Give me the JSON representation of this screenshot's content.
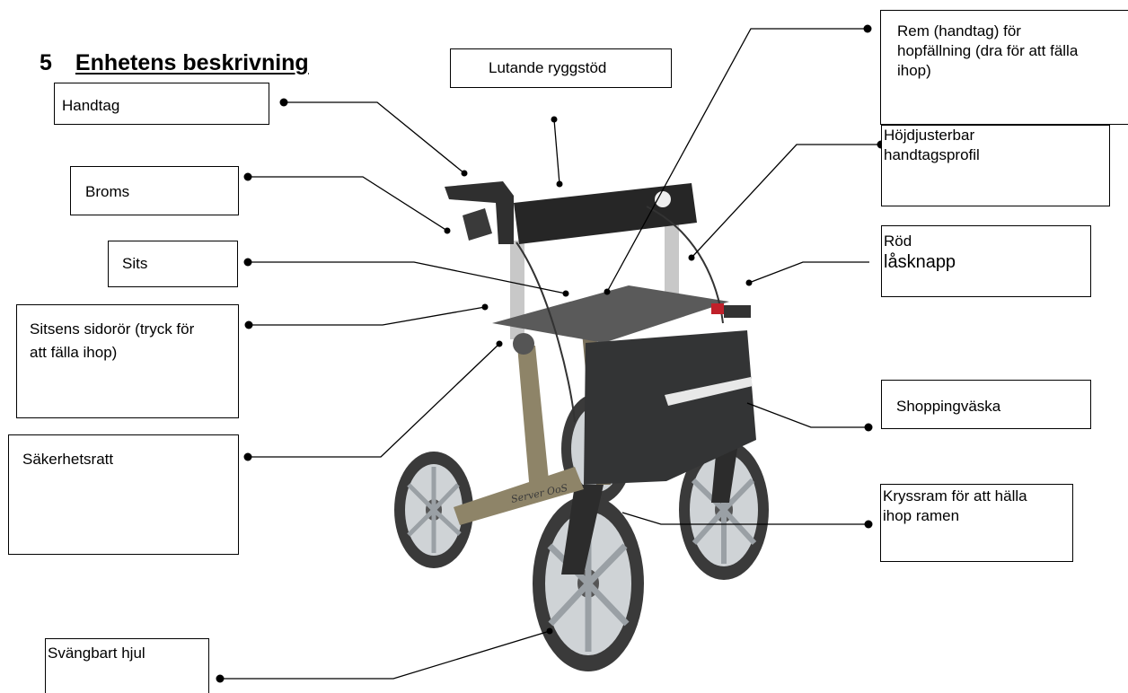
{
  "heading": {
    "number": "5",
    "title": "Enhetens beskrivning"
  },
  "labels": {
    "handtag": "Handtag",
    "lutande_ryggstod": "Lutande ryggstöd",
    "rem": "Rem (handtag) för hopfällning (dra för att fälla ihop)",
    "hojdjusterbar": "Höjdjusterbar handtagsprofil",
    "broms": "Broms",
    "sits": "Sits",
    "rod_lasknapp_1": "Röd",
    "rod_lasknapp_2": "låsknapp",
    "sitsens_sidoror": "Sitsens sidorör (tryck för att fälla ihop)",
    "shoppingvaska": "Shoppingväska",
    "sakerhetsratt": "Säkerhetsratt",
    "kryssram": "Kryssram för att hälla ihop ramen",
    "svangbart_hjul": "Svängbart hjul"
  },
  "product": {
    "brand_mark": "Server OoS"
  }
}
